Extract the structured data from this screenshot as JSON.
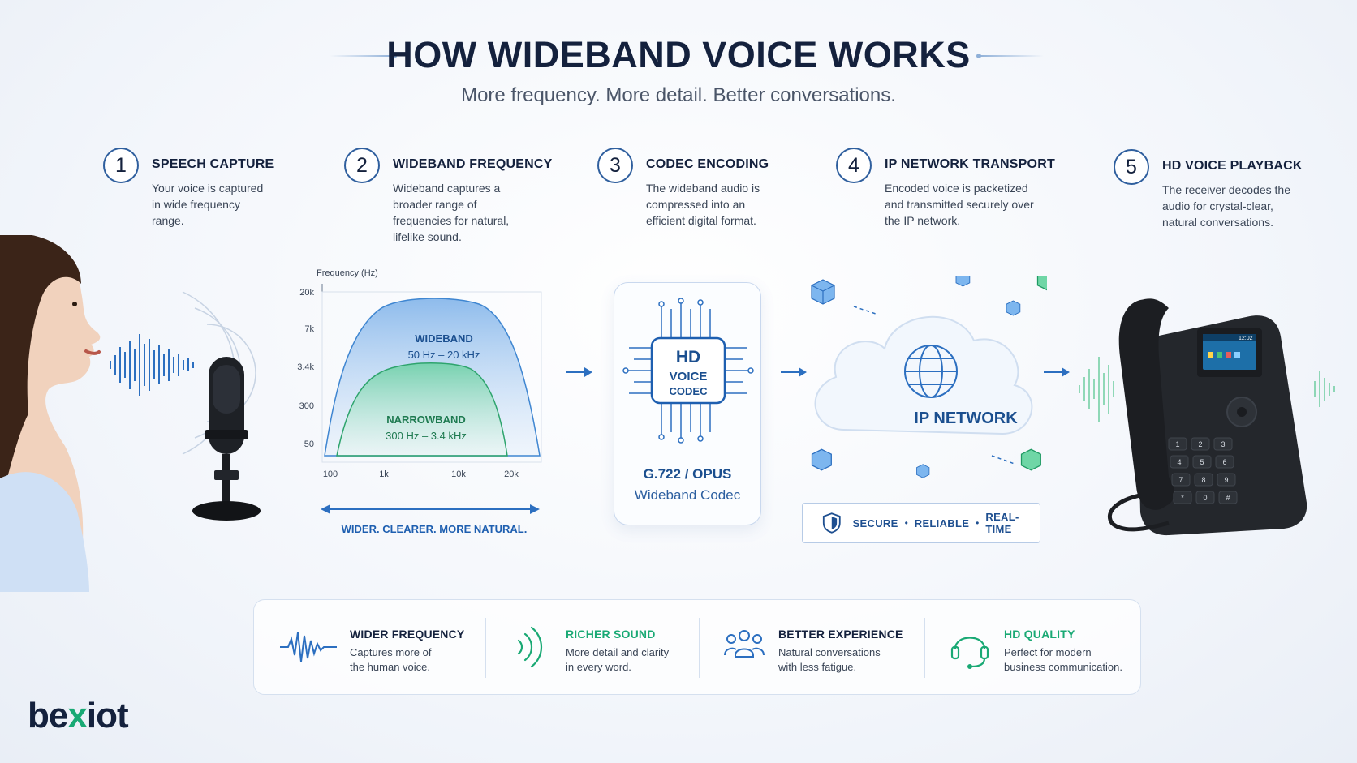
{
  "header": {
    "title": "HOW WIDEBAND VOICE WORKS",
    "subtitle": "More frequency. More detail. Better conversations."
  },
  "steps": [
    {
      "num": "1",
      "title": "SPEECH CAPTURE",
      "desc": "Your voice is captured in wide frequency range."
    },
    {
      "num": "2",
      "title": "WIDEBAND FREQUENCY",
      "desc": "Wideband captures a broader range of frequencies for natural, lifelike sound."
    },
    {
      "num": "3",
      "title": "CODEC ENCODING",
      "desc": "The wideband audio is compressed into an efficient digital format."
    },
    {
      "num": "4",
      "title": "IP NETWORK TRANSPORT",
      "desc": "Encoded voice is packetized and transmitted securely over the IP network."
    },
    {
      "num": "5",
      "title": "HD VOICE PLAYBACK",
      "desc": "The receiver decodes the audio for crystal-clear, natural conversations."
    }
  ],
  "frequency_chart": {
    "ylabel": "Frequency (Hz)",
    "y_ticks": [
      "20k",
      "7k",
      "3.4k",
      "300",
      "50"
    ],
    "x_ticks": [
      "100",
      "1k",
      "10k",
      "20k"
    ],
    "wideband": {
      "name": "WIDEBAND",
      "range": "50 Hz – 20 kHz"
    },
    "narrowband": {
      "name": "NARROWBAND",
      "range": "300 Hz – 3.4 kHz"
    },
    "caption": "WIDER. CLEARER. MORE NATURAL.",
    "colors": {
      "wideband": "#4f8fd6",
      "narrowband": "#3fb27f"
    }
  },
  "codec": {
    "chip_line1": "HD",
    "chip_line2": "VOICE",
    "chip_line3": "CODEC",
    "name": "G.722 / OPUS",
    "sub": "Wideband Codec"
  },
  "network": {
    "label": "IP NETWORK",
    "features": [
      "SECURE",
      "RELIABLE",
      "REAL-TIME"
    ],
    "separator": "•"
  },
  "phone": {
    "screen_header": "12:02",
    "keys": [
      "1",
      "2",
      "3",
      "4",
      "5",
      "6",
      "7",
      "8",
      "9",
      "*",
      "0",
      "#"
    ]
  },
  "benefits": [
    {
      "icon": "waveform-icon",
      "title": "WIDER FREQUENCY",
      "desc": "Captures more of the human voice.",
      "color": "#14213d"
    },
    {
      "icon": "sound-waves-icon",
      "title": "RICHER SOUND",
      "desc": "More detail and clarity in every word.",
      "color": "#19a974"
    },
    {
      "icon": "users-icon",
      "title": "BETTER EXPERIENCE",
      "desc": "Natural conversations with less fatigue.",
      "color": "#14213d"
    },
    {
      "icon": "headset-icon",
      "title": "HD QUALITY",
      "desc": "Perfect for modern business communication.",
      "color": "#19a974"
    }
  ],
  "logo": {
    "text_a": "be",
    "text_b": "x",
    "text_c": "iot"
  },
  "colors": {
    "primary": "#1b4f8f",
    "accent_green": "#19a974",
    "navy": "#14213d"
  }
}
